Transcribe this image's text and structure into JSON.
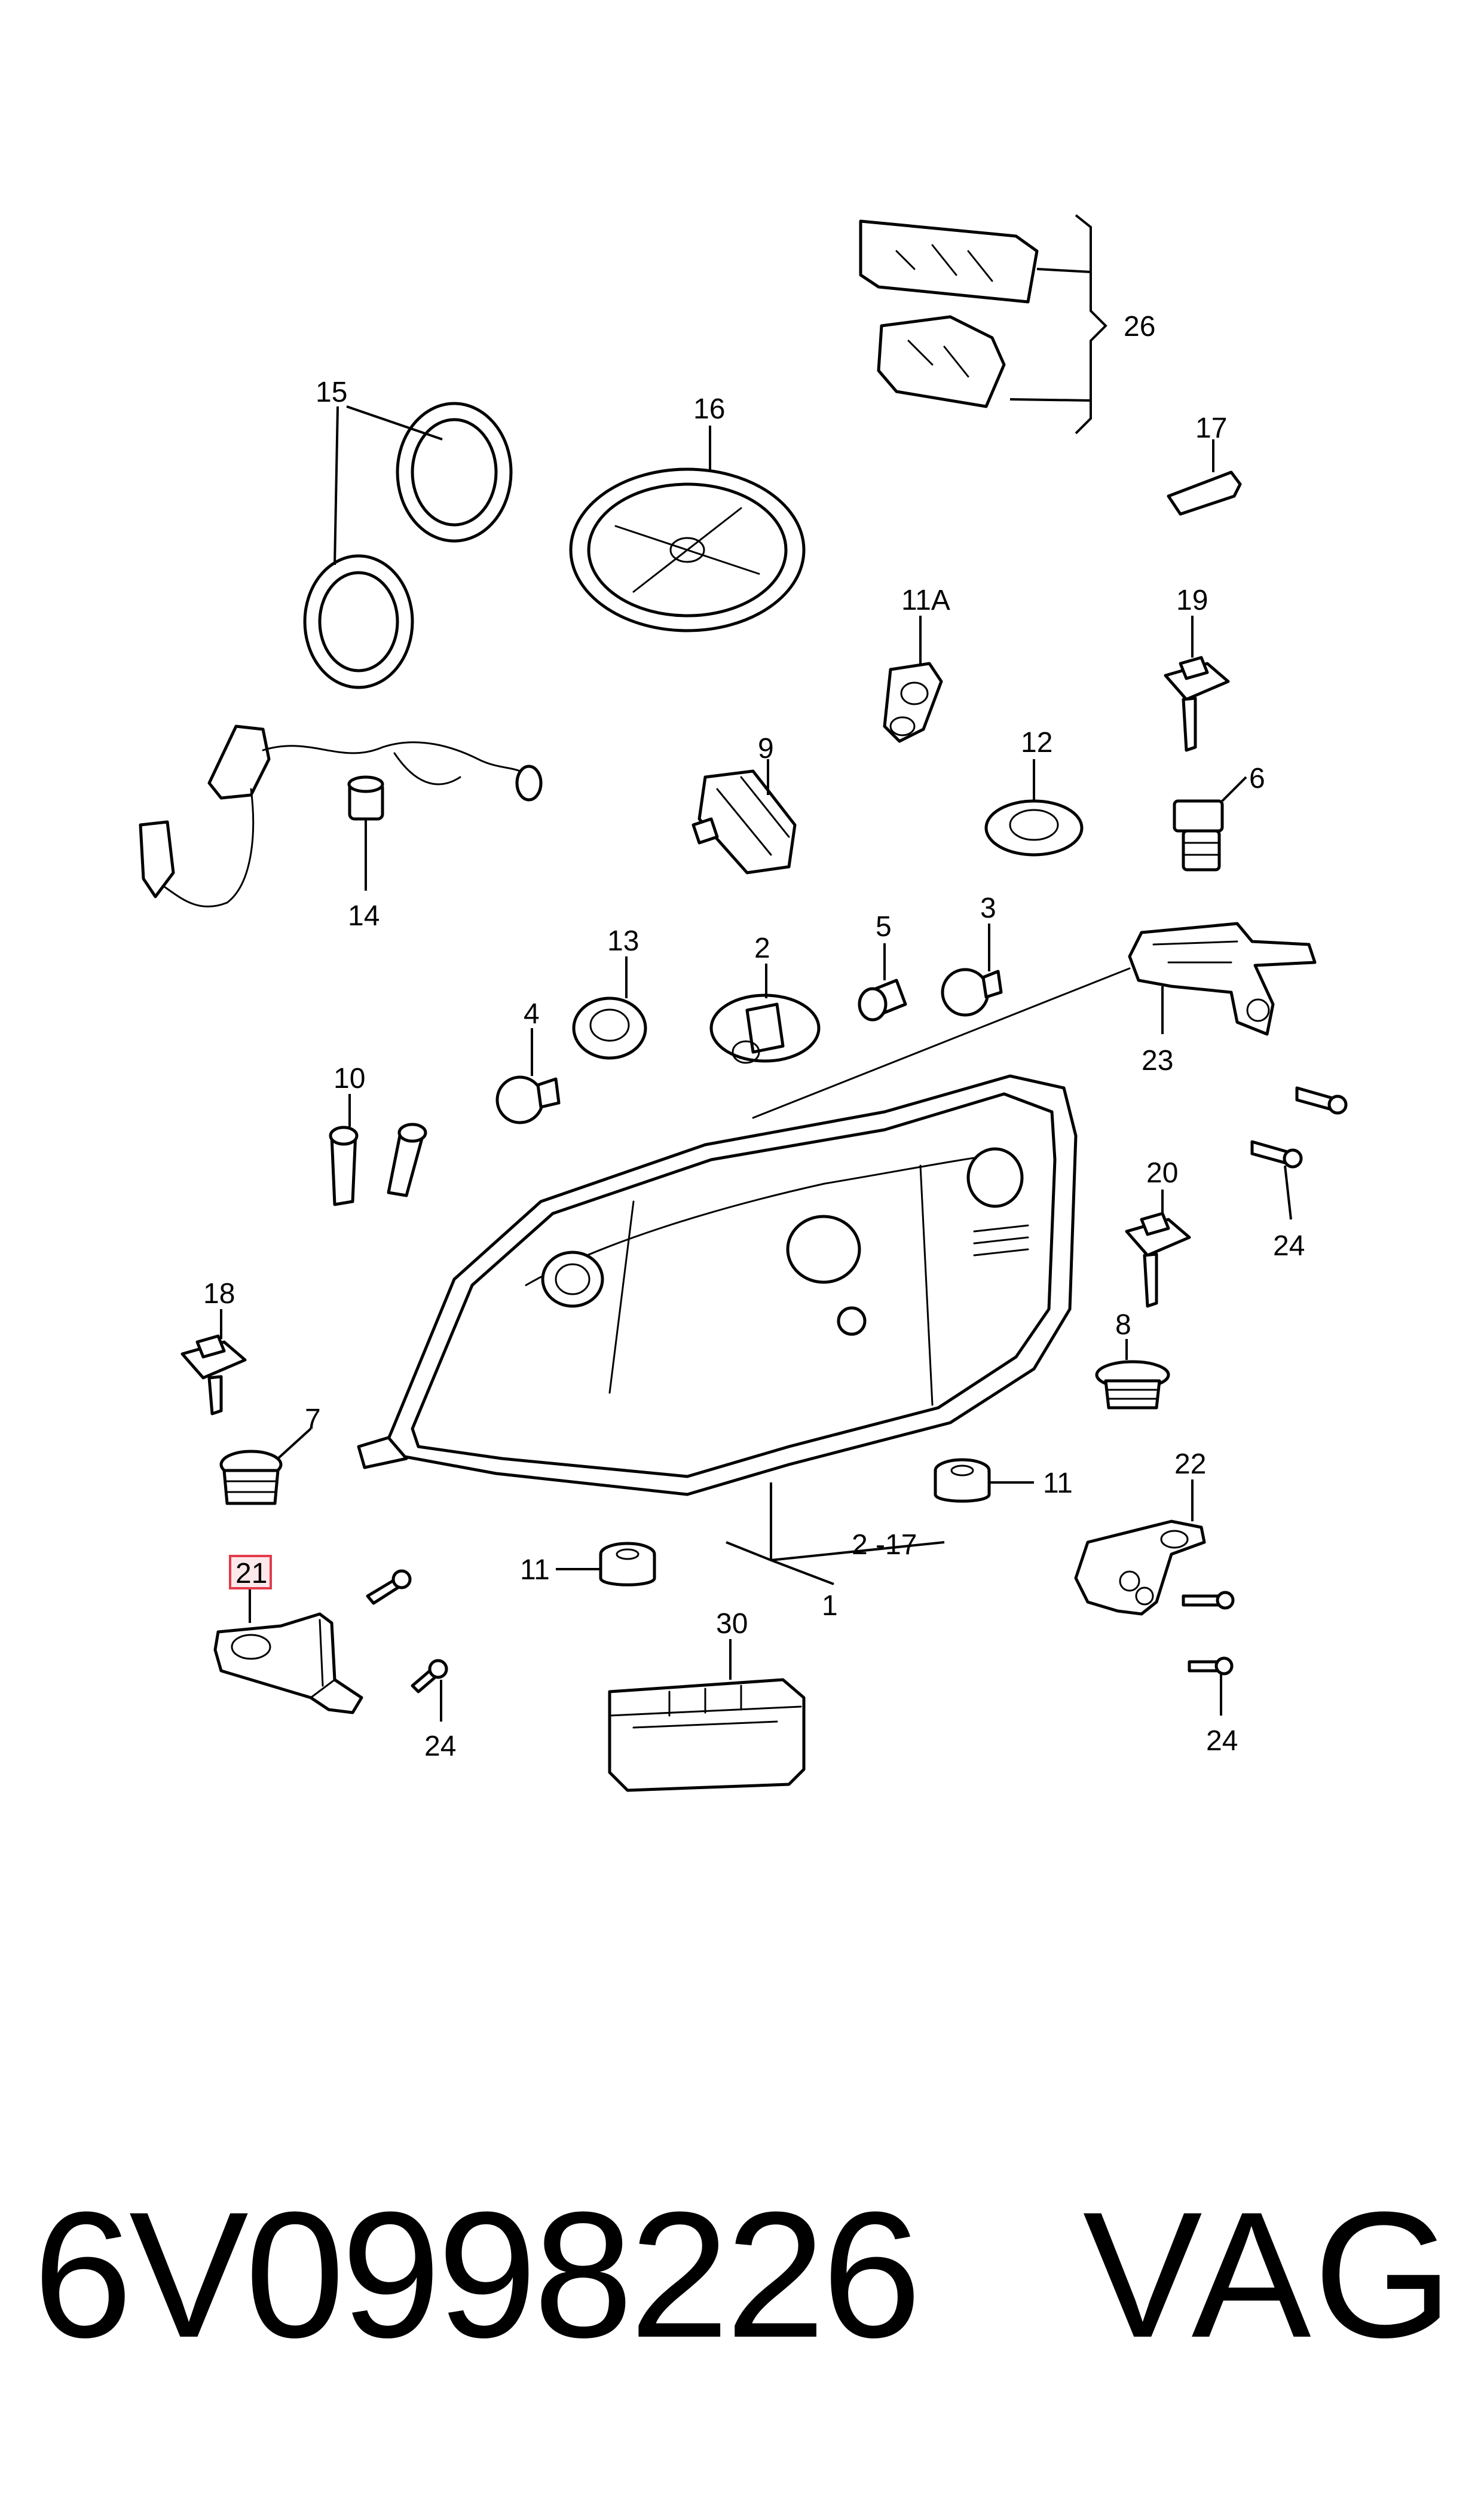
{
  "callouts": {
    "c1": "1",
    "c2": "2",
    "c2_17": "2 -17",
    "c3": "3",
    "c4": "4",
    "c5": "5",
    "c6": "6",
    "c7": "7",
    "c8": "8",
    "c9": "9",
    "c10": "10",
    "c11_left": "11",
    "c11_right": "11",
    "c11a": "11A",
    "c12": "12",
    "c13": "13",
    "c14": "14",
    "c15": "15",
    "c16": "16",
    "c17": "17",
    "c18": "18",
    "c19": "19",
    "c20": "20",
    "c21": "21",
    "c22": "22",
    "c23": "23",
    "c24_a": "24",
    "c24_b": "24",
    "c24_c": "24",
    "c26": "26",
    "c30": "30"
  },
  "highlighted_callout": "21",
  "highlight_color": "#e23b4a",
  "footer": {
    "part_number": "6V0998226",
    "brand": "VAG"
  }
}
